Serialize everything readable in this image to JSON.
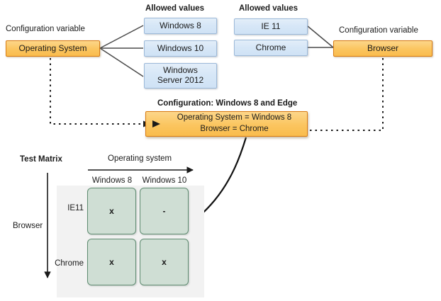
{
  "diagram": {
    "title_left_allowed": "Allowed values",
    "title_right_allowed": "Allowed values",
    "config_var_left_label": "Configuration variable",
    "config_var_right_label": "Configuration variable"
  },
  "variables": {
    "os": {
      "name": "Operating System"
    },
    "browser": {
      "name": "Browser"
    }
  },
  "allowed_values": {
    "os": [
      {
        "label": "Windows 8"
      },
      {
        "label": "Windows 10"
      },
      {
        "label": "Windows\nServer 2012"
      },
      {
        "line1": "Windows",
        "line2": "Server 2012"
      }
    ],
    "browser": [
      {
        "label": "IE 11"
      },
      {
        "label": "Chrome"
      }
    ]
  },
  "configuration": {
    "heading": "Configuration: Windows 8 and Edge",
    "lines": [
      "Operating System = Windows 8",
      "Browser = Chrome"
    ],
    "marker_icon": "play-triangle-icon"
  },
  "test_matrix": {
    "title": "Test Matrix",
    "x_axis_title": "Operating system",
    "y_axis_title": "Browser",
    "columns": [
      "Windows 8",
      "Windows 10"
    ],
    "rows": [
      "IE11",
      "Chrome"
    ],
    "cells": [
      [
        "x",
        "-"
      ],
      [
        "x",
        "x"
      ]
    ]
  },
  "colors": {
    "variable_fill": "#fbc55f",
    "variable_border": "#d97b10",
    "value_fill": "#d7e7f7",
    "value_border": "#9cb9d9",
    "matrix_cell_fill": "#cfded4",
    "matrix_cell_border": "#5f8c71",
    "matrix_backdrop": "#f2f2f2",
    "connector": "#404040"
  }
}
